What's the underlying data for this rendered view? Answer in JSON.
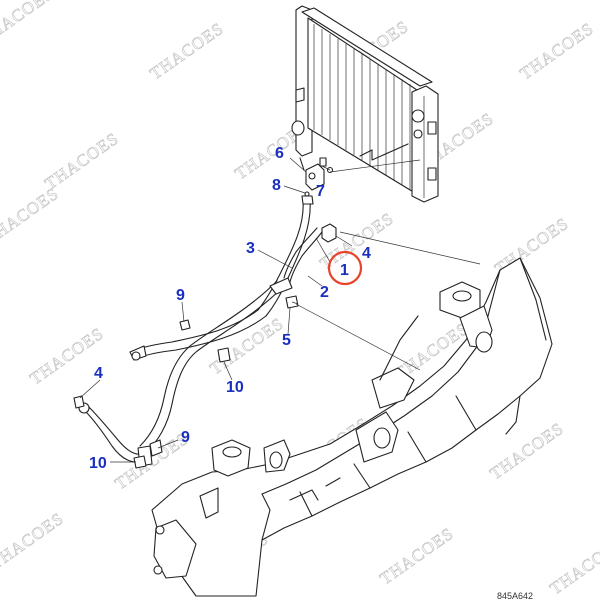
{
  "watermark": {
    "text": "THACOES"
  },
  "drawing_code": "845A642",
  "highlight": {
    "part": "1",
    "color": "#e8442a"
  },
  "callout_color": "#1a2fc0",
  "callouts": [
    {
      "id": "c6",
      "label": "6"
    },
    {
      "id": "c7",
      "label": "7"
    },
    {
      "id": "c8",
      "label": "8"
    },
    {
      "id": "c3",
      "label": "3"
    },
    {
      "id": "c4a",
      "label": "4"
    },
    {
      "id": "c1",
      "label": "1"
    },
    {
      "id": "c2",
      "label": "2"
    },
    {
      "id": "c9a",
      "label": "9"
    },
    {
      "id": "c5",
      "label": "5"
    },
    {
      "id": "c10a",
      "label": "10"
    },
    {
      "id": "c4b",
      "label": "4"
    },
    {
      "id": "c9b",
      "label": "9"
    },
    {
      "id": "c10b",
      "label": "10"
    }
  ]
}
